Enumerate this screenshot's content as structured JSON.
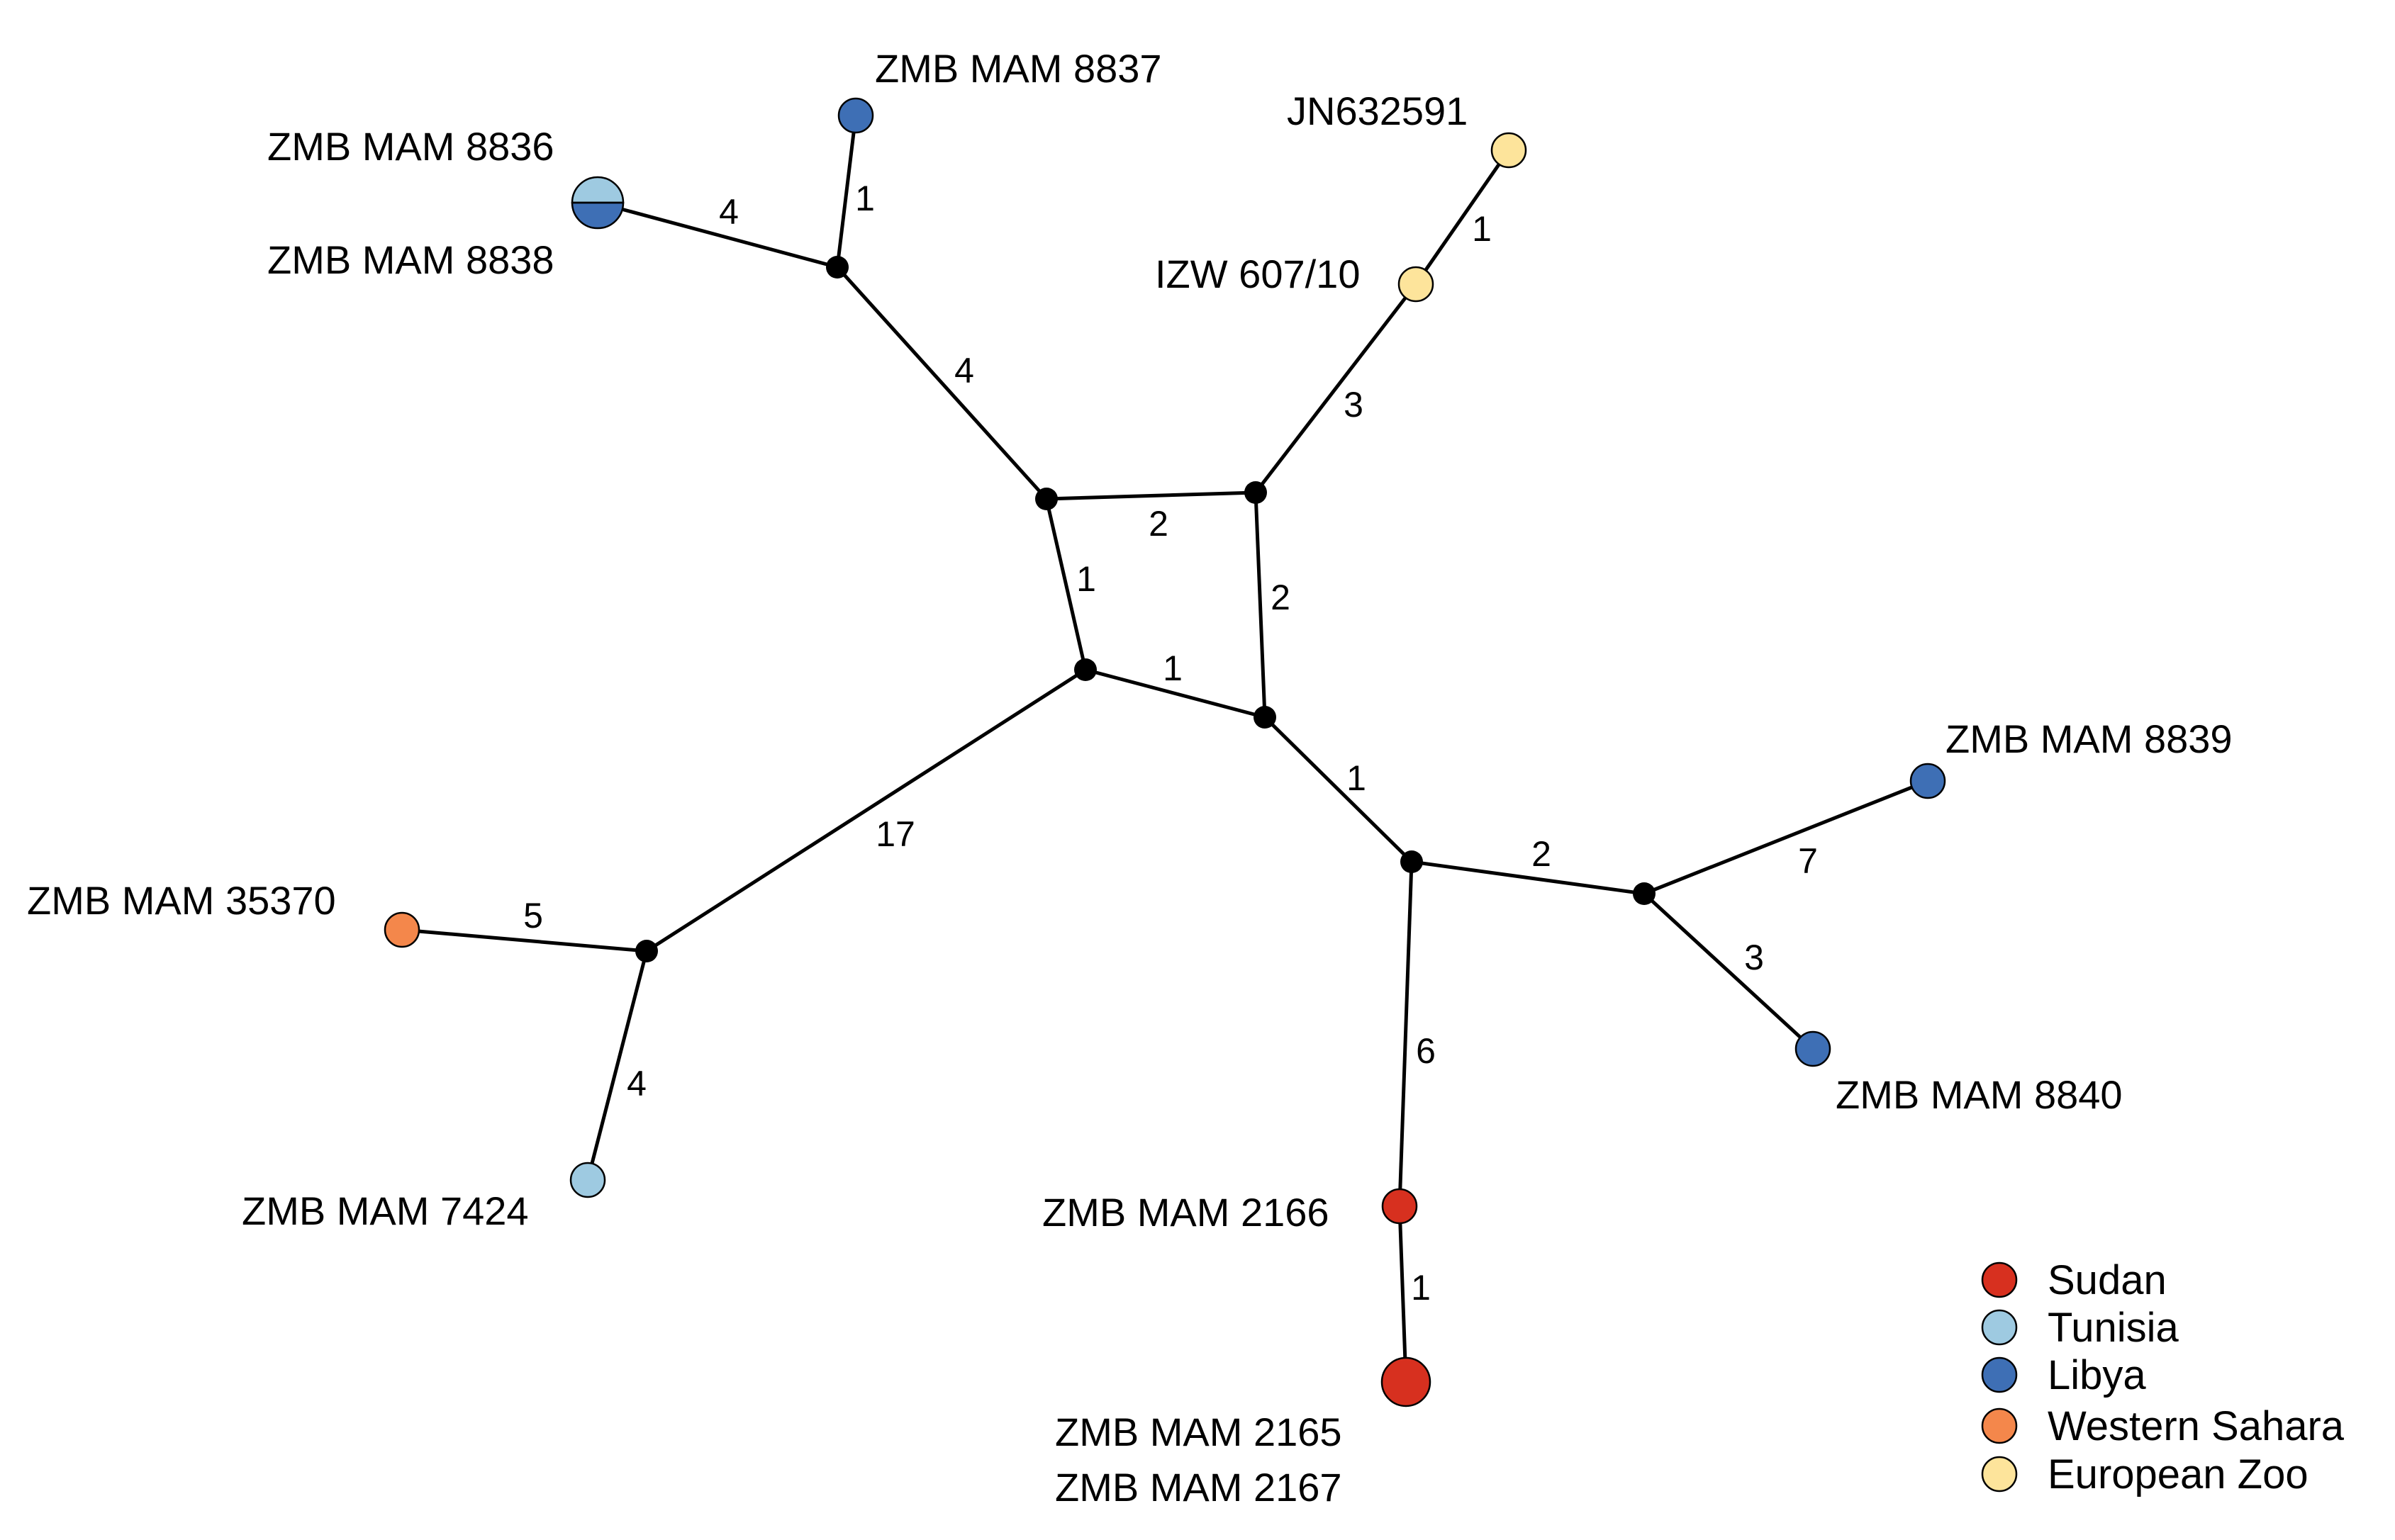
{
  "colors": {
    "sudan": "#d7301f",
    "tunisia": "#9ecae1",
    "libya": "#3e6fb5",
    "western_sahara": "#f4874b",
    "european_zoo": "#fde49b",
    "edge": "#000000"
  },
  "network": {
    "edge_weights": {
      "e1": "1",
      "e2": "4",
      "e3": "4",
      "e4": "1",
      "e5": "3",
      "e6": "2",
      "e7": "1",
      "e8": "2",
      "e9": "1",
      "e10": "17",
      "e11": "1",
      "e12": "2",
      "e13": "7",
      "e14": "3",
      "e15": "6",
      "e16": "1",
      "e17": "5",
      "e18": "4"
    },
    "nodes": {
      "zmb8837": {
        "label": "ZMB MAM 8837",
        "group": "Libya"
      },
      "zmb8836_8838": {
        "labels": [
          "ZMB MAM 8836",
          "ZMB MAM 8838"
        ],
        "groups": [
          "Tunisia",
          "Libya"
        ]
      },
      "jn632591": {
        "label": "JN632591",
        "group": "European Zoo"
      },
      "izw607": {
        "label": "IZW 607/10",
        "group": "European Zoo"
      },
      "zmb8839": {
        "label": "ZMB MAM 8839",
        "group": "Libya"
      },
      "zmb8840": {
        "label": "ZMB MAM 8840",
        "group": "Libya"
      },
      "zmb35370": {
        "label": "ZMB MAM 35370",
        "group": "Western Sahara"
      },
      "zmb7424": {
        "label": "ZMB MAM 7424",
        "group": "Tunisia"
      },
      "zmb2166": {
        "label": "ZMB MAM 2166",
        "group": "Sudan"
      },
      "zmb2165_2167": {
        "labels": [
          "ZMB MAM 2165",
          "ZMB MAM 2167"
        ],
        "group": "Sudan"
      }
    }
  },
  "legend": {
    "items": [
      {
        "label": "Sudan",
        "color_key": "sudan"
      },
      {
        "label": "Tunisia",
        "color_key": "tunisia"
      },
      {
        "label": "Libya",
        "color_key": "libya"
      },
      {
        "label": "Western Sahara",
        "color_key": "western_sahara"
      },
      {
        "label": "European Zoo",
        "color_key": "european_zoo"
      }
    ]
  }
}
